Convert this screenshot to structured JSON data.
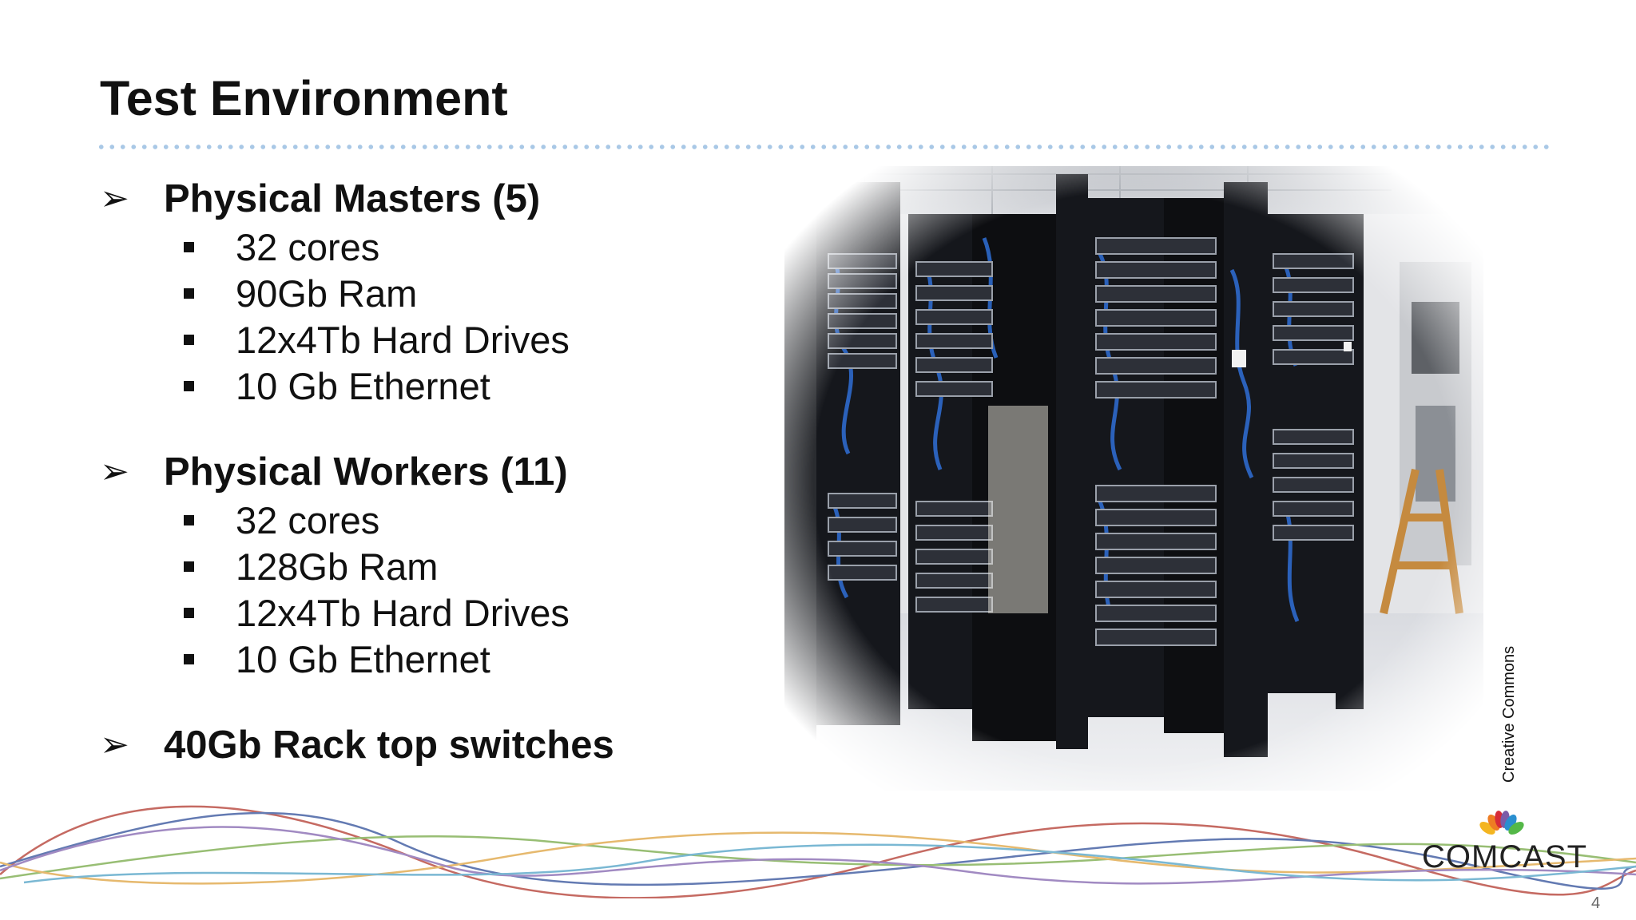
{
  "slide": {
    "title": "Test Environment",
    "page_number": "4",
    "image_credit": "Creative Commons",
    "logo_text": "COMCAST",
    "bullet_glyph": "➢",
    "sections": [
      {
        "heading": "Physical Masters (5)",
        "items": [
          "32 cores",
          "90Gb Ram",
          "12x4Tb Hard Drives",
          "10 Gb Ethernet"
        ]
      },
      {
        "heading": "Physical Workers (11)",
        "items": [
          "32 cores",
          "128Gb Ram",
          "12x4Tb Hard Drives",
          "10 Gb Ethernet"
        ]
      },
      {
        "heading": "40Gb Rack top switches",
        "items": []
      }
    ]
  },
  "colors": {
    "title": "#111111",
    "divider_dots": "#a9c8e6",
    "rack": "#15171c",
    "cable": "#2f6fd6",
    "wave_colors": [
      "#b7463c",
      "#3d5aa0",
      "#7fae52",
      "#e0a84b",
      "#8a6db4",
      "#5aa7c9"
    ],
    "logo_feathers": [
      "#f4b520",
      "#ee7d23",
      "#d62b38",
      "#7c5ba7",
      "#2a8fd0",
      "#54b848"
    ]
  }
}
